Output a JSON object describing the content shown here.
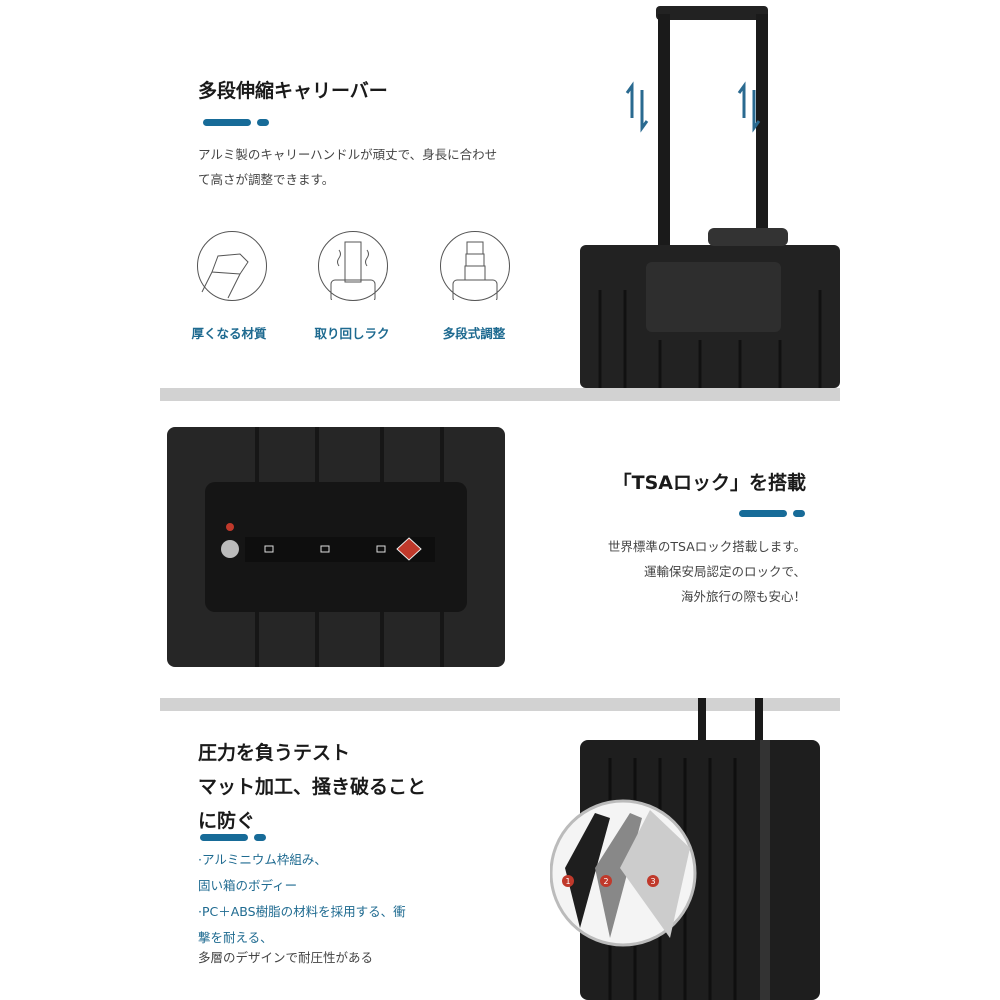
{
  "section1": {
    "title": "多段伸縮キャリーバー",
    "desc": [
      "アルミ製のキャリーハンドルが頑丈で、身長に合わせ",
      "て高さが調整できます。"
    ],
    "features": [
      {
        "icon": "thick-material-icon",
        "label": "厚くなる材質"
      },
      {
        "icon": "easy-handling-icon",
        "label": "取り回しラク"
      },
      {
        "icon": "multi-stage-icon",
        "label": "多段式調整"
      }
    ]
  },
  "section2": {
    "title": "「TSAロック」を搭載",
    "desc": [
      "世界標準のTSAロック搭載します。",
      "運輸保安局認定のロックで、",
      "海外旅行の際も安心！"
    ]
  },
  "section3": {
    "title": [
      "圧力を負うテスト",
      "マット加工、掻き破ること",
      "に防ぐ"
    ],
    "bullets": [
      "·アルミニウム枠組み、",
      "固い箱のボディー",
      "·PC＋ABS樹脂の材料を採用する、衝",
      "撃を耐える、"
    ],
    "note": "多層のデザインで耐圧性がある",
    "layers": [
      "1",
      "2",
      "3"
    ]
  },
  "colors": {
    "accent": "#176b98",
    "band": "#d2d2d2",
    "suitcase": "#1c1c1c"
  }
}
